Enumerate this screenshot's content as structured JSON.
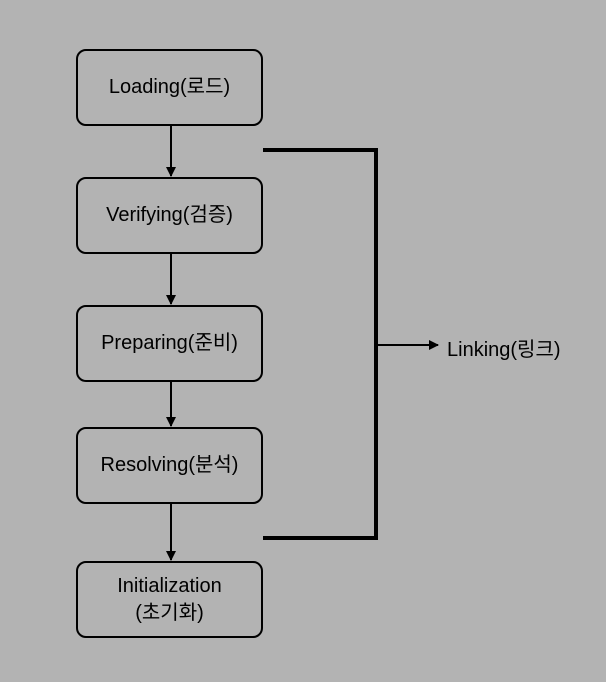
{
  "steps": {
    "loading": "Loading(로드)",
    "verifying": "Verifying(검증)",
    "preparing": "Preparing(준비)",
    "resolving": "Resolving(분석)",
    "initialization_line1": "Initialization",
    "initialization_line2": "(초기화)"
  },
  "group_label": "Linking(링크)",
  "colors": {
    "background": "#b3b3b3",
    "stroke": "#000000"
  }
}
